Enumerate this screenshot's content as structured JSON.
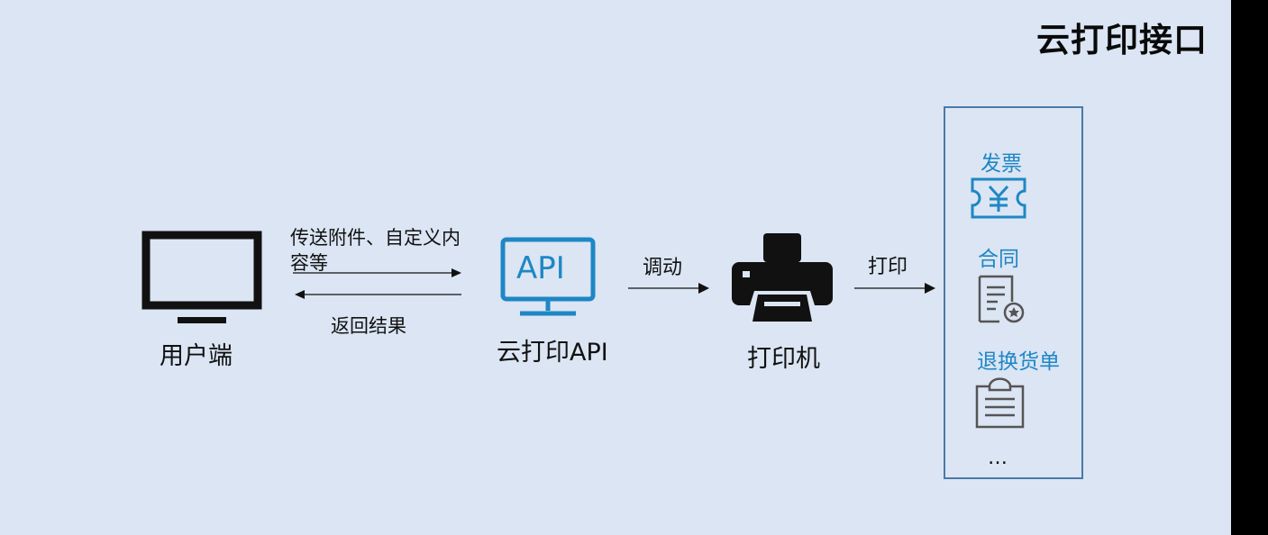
{
  "title": "云打印接口",
  "nodes": {
    "client": {
      "label": "用户端"
    },
    "api": {
      "label": "云打印API",
      "screen_text": "API"
    },
    "printer": {
      "label": "打印机"
    }
  },
  "edges": {
    "send": {
      "label_line1": "传送附件、自定义内",
      "label_line2": "容等"
    },
    "return": {
      "label": "返回结果"
    },
    "invoke": {
      "label": "调动"
    },
    "print": {
      "label": "打印"
    }
  },
  "documents": {
    "items": [
      {
        "label": "发票",
        "icon": "invoice-ticket-icon"
      },
      {
        "label": "合同",
        "icon": "contract-seal-icon"
      },
      {
        "label": "退换货单",
        "icon": "clipboard-list-icon"
      }
    ],
    "more": "…"
  },
  "colors": {
    "background": "#dbe5f3",
    "accent": "#1e87c5",
    "panel_border": "#4a79a8",
    "icon_dark": "#111111"
  }
}
